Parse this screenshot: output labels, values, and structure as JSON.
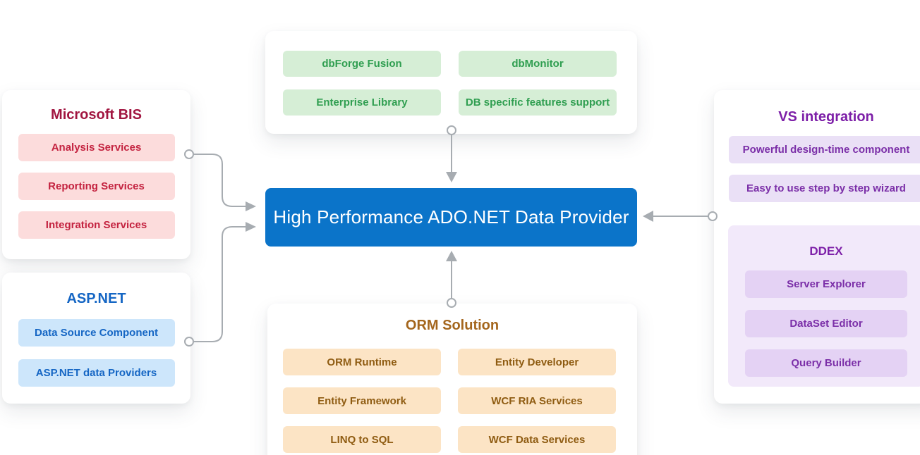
{
  "center_node": {
    "label": "High Performance ADO.NET Data Provider"
  },
  "cards": {
    "tools": {
      "items": [
        "dbForge Fusion",
        "dbMonitor",
        "Enterprise Library",
        "DB specific features support"
      ]
    },
    "microsoft_bis": {
      "title": "Microsoft BIS",
      "items": [
        "Analysis Services",
        "Reporting Services",
        "Integration Services"
      ]
    },
    "aspnet": {
      "title": "ASP.NET",
      "items": [
        "Data Source Component",
        "ASP.NET data Providers"
      ]
    },
    "vs_integration": {
      "title": "VS integration",
      "items": [
        "Powerful design-time component",
        "Easy to use step by step wizard"
      ],
      "ddex": {
        "title": "DDEX",
        "items": [
          "Server Explorer",
          "DataSet Editor",
          "Query Builder"
        ]
      }
    },
    "orm_solution": {
      "title": "ORM Solution",
      "items": [
        "ORM Runtime",
        "Entity Developer",
        "Entity Framework",
        "WCF RIA Services",
        "LINQ to SQL",
        "WCF Data Services"
      ]
    }
  },
  "colors": {
    "center_bg": "#0b74c9",
    "green_bg": "#d6eed6",
    "green_text": "#2f9e50",
    "red_bg": "#fcdcdc",
    "red_text": "#c42340",
    "red_title": "#a11540",
    "blue_bg": "#cde6fb",
    "blue_text": "#1566c4",
    "purple_bg": "#eae0f6",
    "purple_text": "#7b2fa8",
    "purple_title": "#7d1fa8",
    "ddex_section_bg": "#f2e9fa",
    "ddex_pill_bg": "#e4d2f4",
    "orange_bg": "#fce4c5",
    "orange_text": "#8f5c12",
    "orange_title": "#a4661d",
    "arrow": "#a7acb1"
  }
}
